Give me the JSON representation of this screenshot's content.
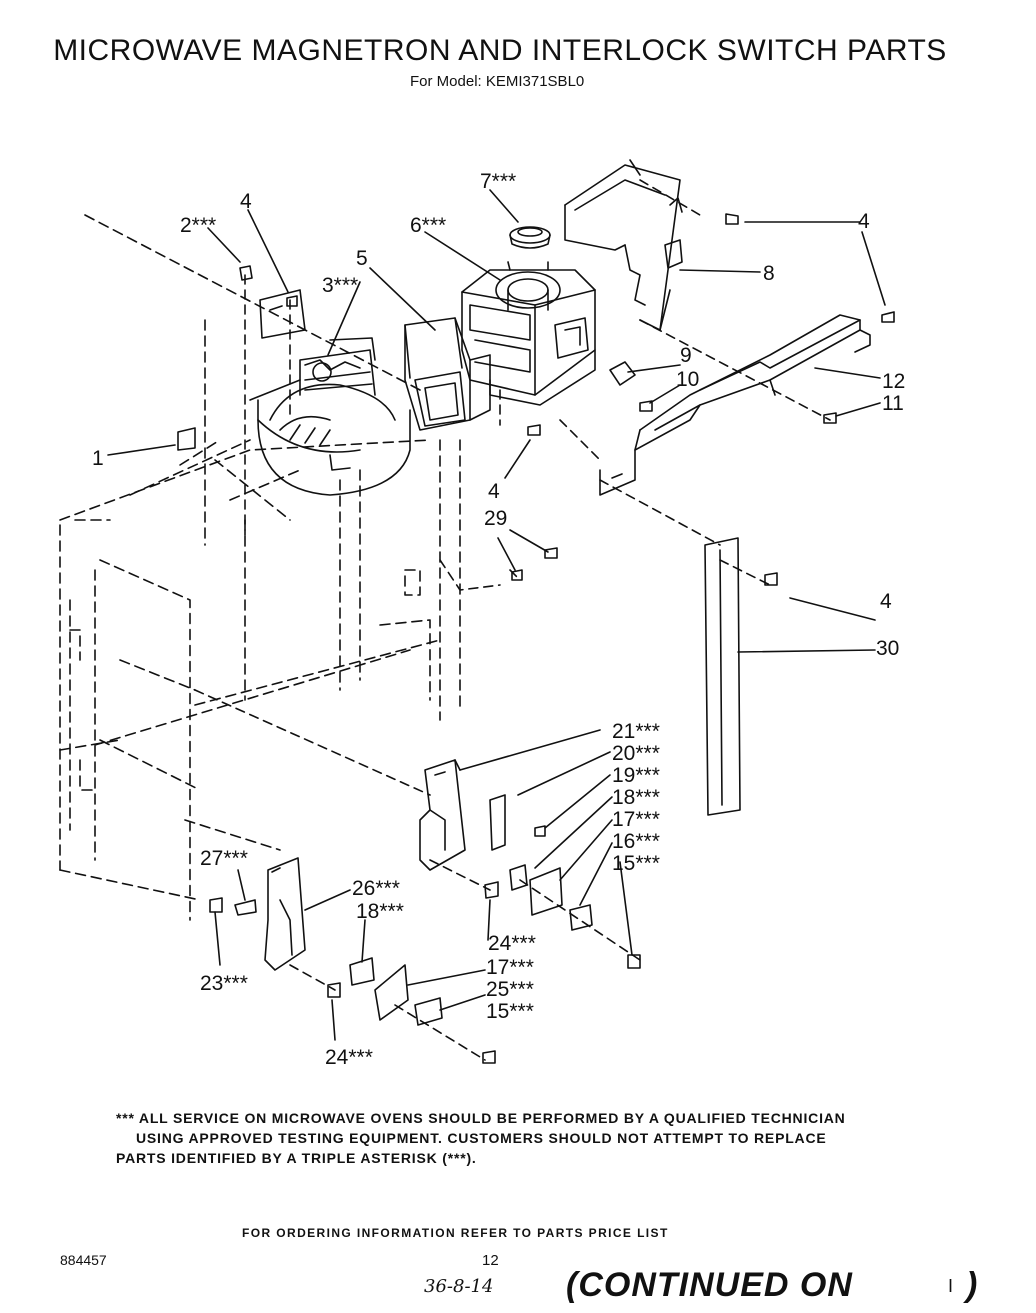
{
  "page": {
    "title": "MICROWAVE MAGNETRON AND INTERLOCK  SWITCH PARTS",
    "subtitle": "For Model: KEMI371SBL0"
  },
  "callouts": {
    "c1": "1",
    "c2": "2***",
    "c3": "3***",
    "c4a": "4",
    "c4b": "4",
    "c4c": "4",
    "c4d": "4",
    "c5": "5",
    "c6": "6***",
    "c7": "7***",
    "c8": "8",
    "c9": "9",
    "c10": "10",
    "c11": "11",
    "c12": "12",
    "c15a": "15***",
    "c15b": "15***",
    "c16": "16***",
    "c17a": "17***",
    "c17b": "17***",
    "c18a": "18***",
    "c18b": "18***",
    "c19": "19***",
    "c20": "20***",
    "c21": "21***",
    "c23": "23***",
    "c24a": "24***",
    "c24b": "24***",
    "c25": "25***",
    "c26": "26***",
    "c27": "27***",
    "c29": "29",
    "c30": "30"
  },
  "notes": {
    "line1": "*** ALL SERVICE ON MICROWAVE OVENS SHOULD BE PERFORMED BY A QUALIFIED TECHNICIAN",
    "line2": "USING APPROVED TESTING EQUIPMENT. CUSTOMERS SHOULD NOT ATTEMPT TO REPLACE",
    "line3": "PARTS IDENTIFIED BY A TRIPLE ASTERISK (***)."
  },
  "footer": {
    "ordering": "FOR ORDERING INFORMATION REFER TO PARTS PRICE LIST",
    "doc_number": "884457",
    "page_number": "12",
    "handwritten": "36-8-14",
    "continued": "(CONTINUED ON",
    "paren_inner": "I",
    "paren_close": ")"
  }
}
